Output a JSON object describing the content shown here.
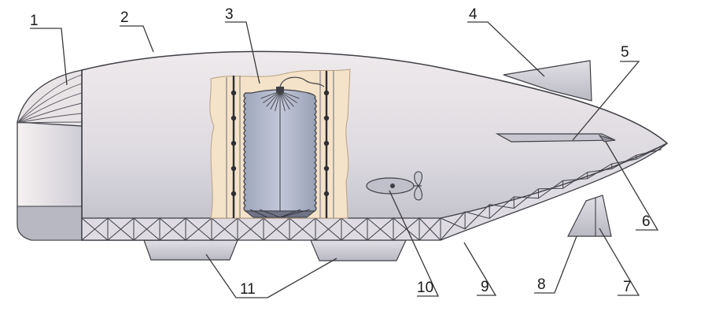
{
  "diagram": {
    "labels": [
      "1",
      "2",
      "3",
      "4",
      "5",
      "6",
      "7",
      "8",
      "9",
      "10",
      "11"
    ]
  },
  "colors": {
    "envelope_light": "#f1eceb",
    "envelope_mid": "#d7d5dc",
    "envelope_dark": "#b5b5c0",
    "outline": "#3f3f46",
    "fin": "#c9c9d1",
    "keel": "#d9d6de",
    "cutaway": "#f3e2c8",
    "cell": "#a9b0c4"
  }
}
